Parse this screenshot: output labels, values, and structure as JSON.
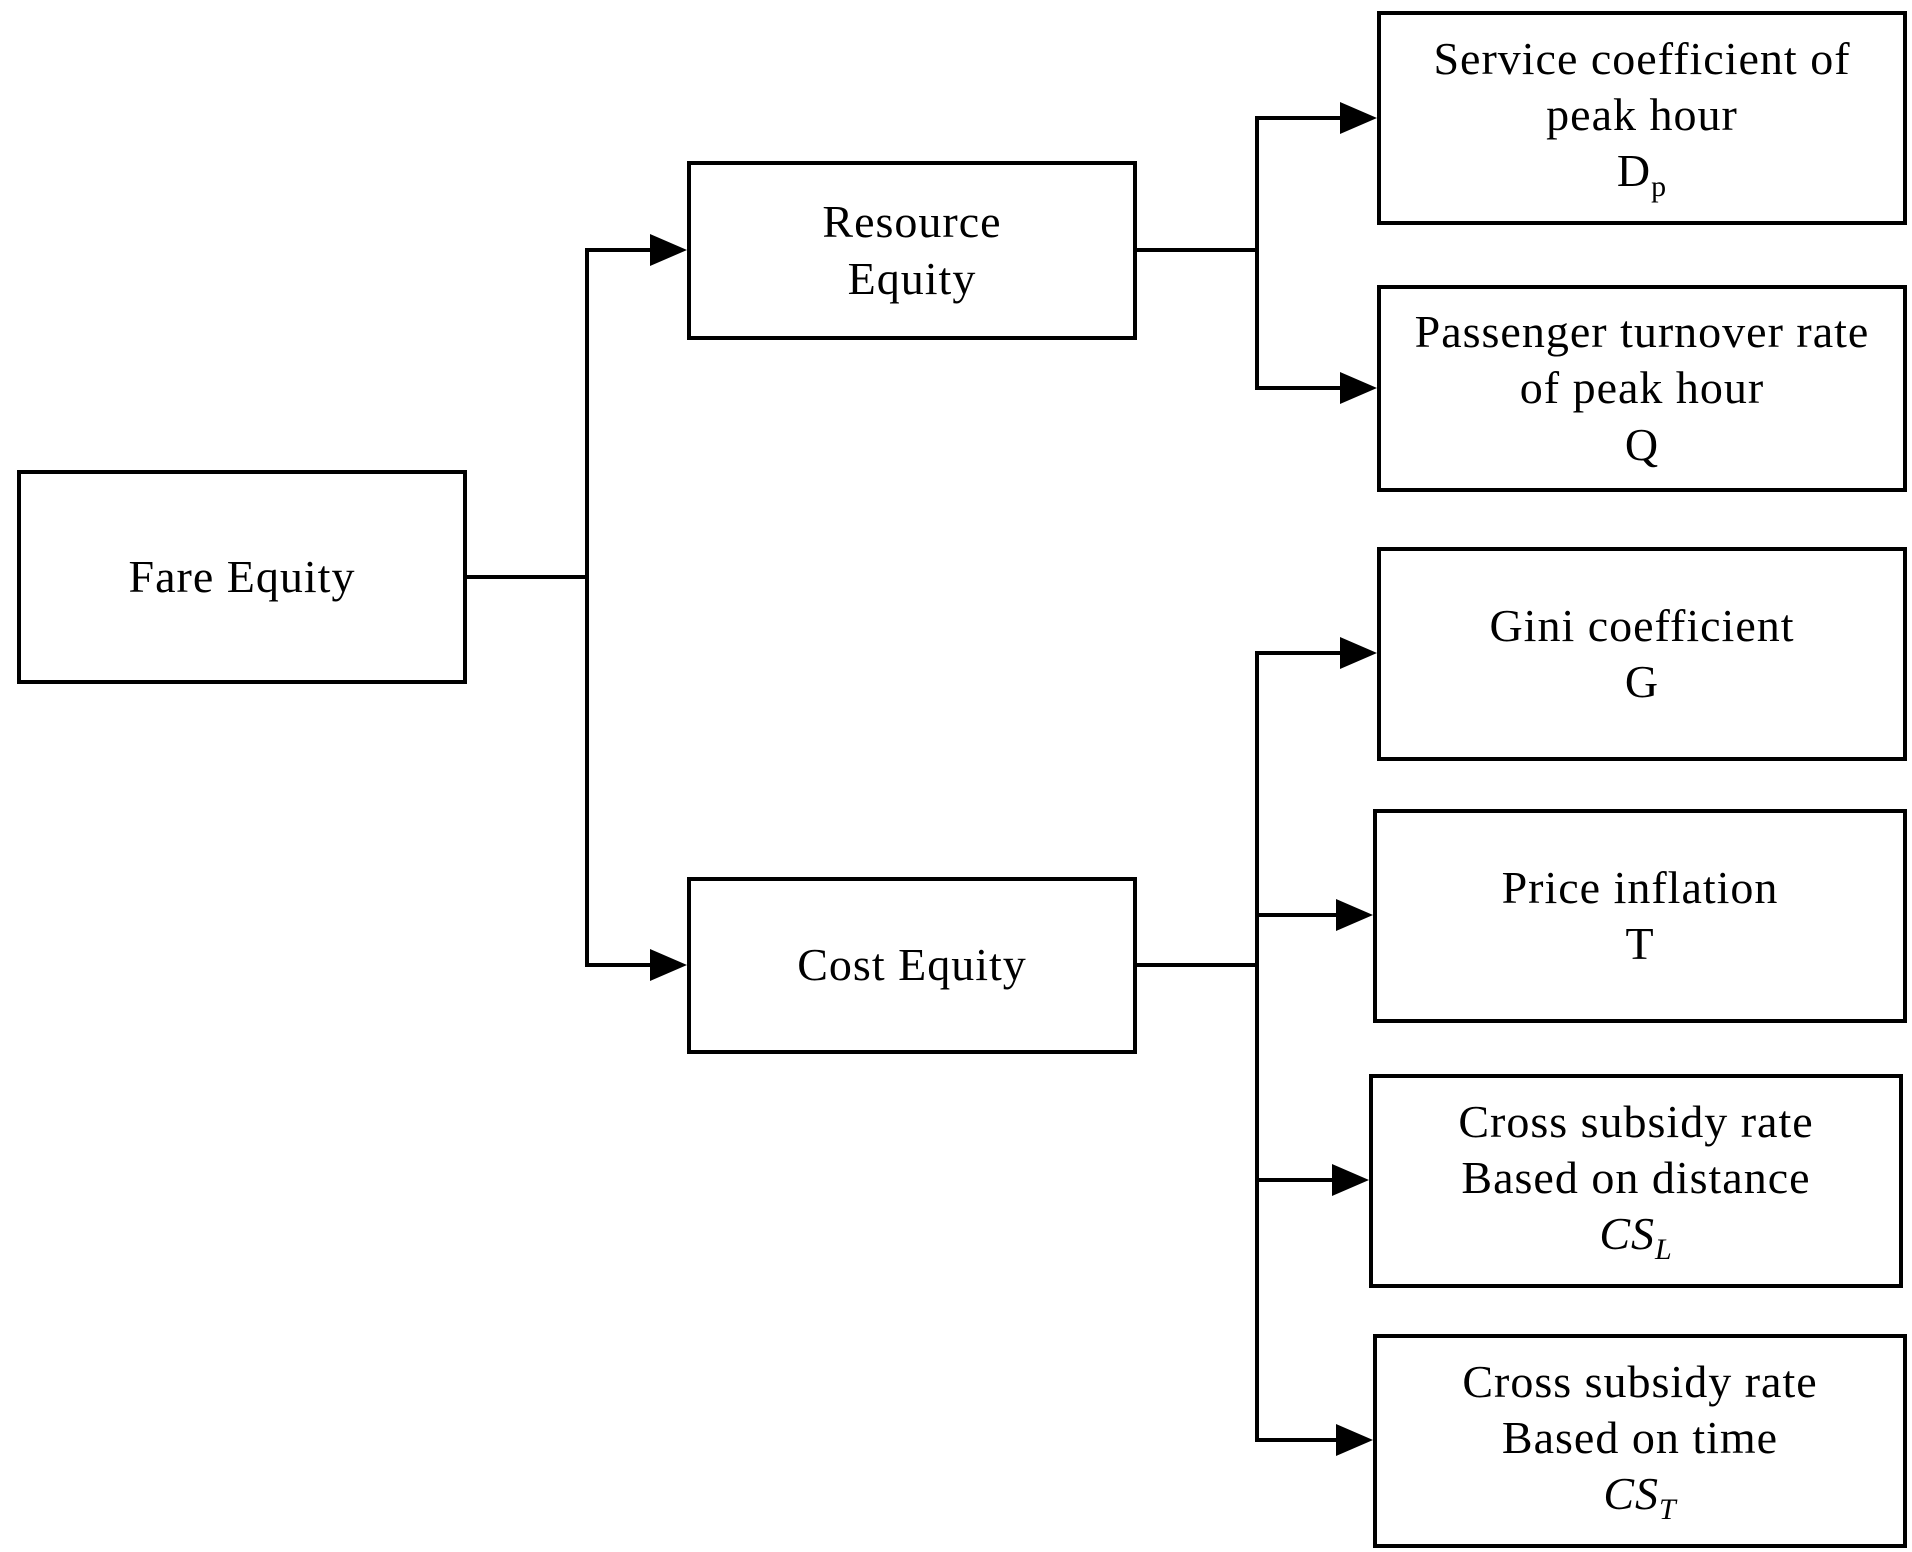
{
  "nodes": {
    "root": {
      "label": "Fare Equity"
    },
    "resource": {
      "lines": [
        "Resource",
        "Equity"
      ]
    },
    "cost": {
      "label": "Cost Equity"
    },
    "service": {
      "lines": [
        "Service coefficient of",
        "peak hour"
      ],
      "symbol": "D",
      "subscript": "p"
    },
    "turnover": {
      "lines": [
        "Passenger turnover rate",
        "of peak hour"
      ],
      "symbol": "Q"
    },
    "gini": {
      "lines": [
        "Gini coefficient"
      ],
      "symbol": "G"
    },
    "inflation": {
      "lines": [
        "Price inflation"
      ],
      "symbol": "T"
    },
    "cs_distance": {
      "lines": [
        "Cross subsidy rate",
        "Based on distance"
      ],
      "symbol": "CS",
      "subscript": "L"
    },
    "cs_time": {
      "lines": [
        "Cross subsidy rate",
        "Based on time"
      ],
      "symbol": "CS",
      "subscript": "T"
    }
  },
  "edges": [
    {
      "from": "root",
      "to": "resource"
    },
    {
      "from": "root",
      "to": "cost"
    },
    {
      "from": "resource",
      "to": "service"
    },
    {
      "from": "resource",
      "to": "turnover"
    },
    {
      "from": "cost",
      "to": "gini"
    },
    {
      "from": "cost",
      "to": "inflation"
    },
    {
      "from": "cost",
      "to": "cs_distance"
    },
    {
      "from": "cost",
      "to": "cs_time"
    }
  ]
}
